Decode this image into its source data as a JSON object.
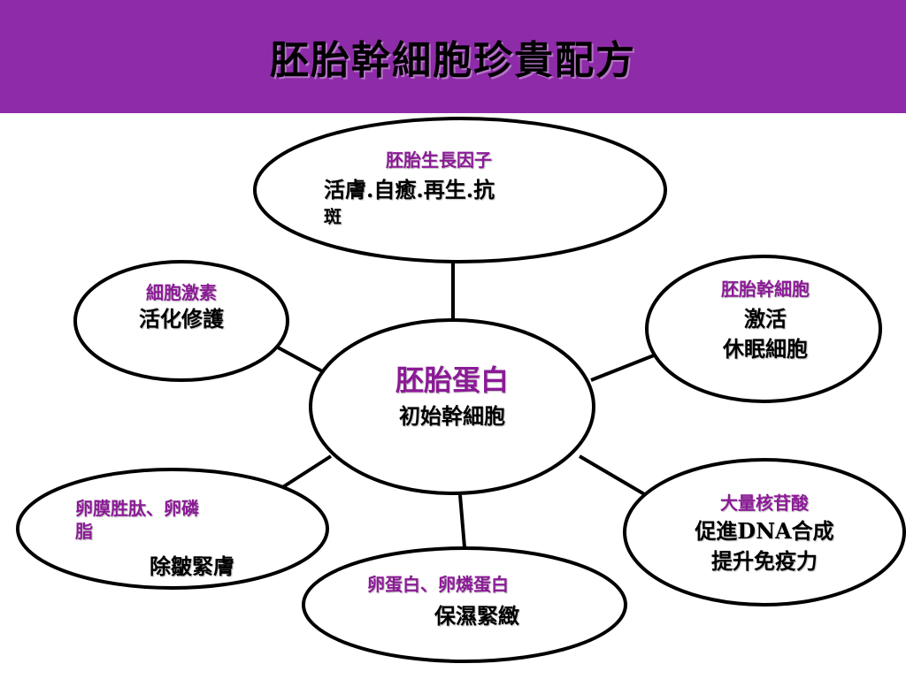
{
  "title": "胚胎幹細胞珍貴配方",
  "colors": {
    "header_bg": "#8e2ba8",
    "highlight": "#8b1a96",
    "stroke": "#000000"
  },
  "center_node": {
    "title": "胚胎蛋白",
    "detail": "初始幹細胞"
  },
  "nodes": [
    {
      "id": "top",
      "title": "胚胎生長因子",
      "detail_line1": "活膚.自癒.再生.抗",
      "detail_line2": "斑"
    },
    {
      "id": "upper-left",
      "title": "細胞激素",
      "detail_line1": "活化修護"
    },
    {
      "id": "upper-right",
      "title": "胚胎幹細胞",
      "detail_line1": "激活",
      "detail_line2": "休眠細胞"
    },
    {
      "id": "lower-right",
      "title": "大量核苷酸",
      "detail_line1": "促進DNA合成",
      "detail_line2": "提升免疫力"
    },
    {
      "id": "bottom",
      "title": "卵蛋白、卵燐蛋白",
      "detail_line1": "保濕緊緻"
    },
    {
      "id": "lower-left",
      "title_line1": "卵膜胜肽、卵磷",
      "title_line2": "脂",
      "detail_line1": "除皺緊膚"
    }
  ]
}
